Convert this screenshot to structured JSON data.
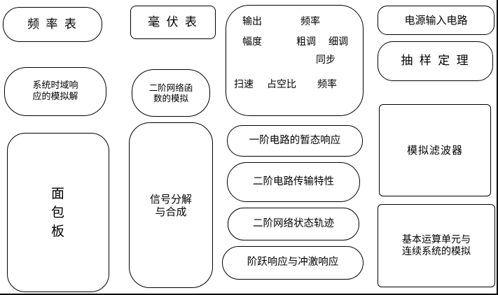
{
  "page": {
    "background": "#ffffff",
    "line_color": "#000000"
  },
  "panels": {
    "frequency_meter": {
      "label": "频 率 表"
    },
    "millivolt_meter": {
      "label": "毫 伏 表"
    },
    "system_time_response": {
      "line1": "系统时域响",
      "line2": "应的模拟解"
    },
    "second_order_network_fn": {
      "line1": "二阶网络函",
      "line2": "数的模拟"
    },
    "breadboard": {
      "chars": [
        "面",
        "包",
        "板"
      ]
    },
    "signal_decomposition": {
      "line1": "信号分解",
      "line2": "与合成"
    },
    "signal_source": {
      "output": "输出",
      "frequency_top": "频率",
      "amplitude": "幅度",
      "coarse": "粗调",
      "fine": "细调",
      "sync": "同步",
      "sweep": "扫速",
      "duty_cycle": "占空比",
      "frequency_bottom": "频率"
    },
    "first_order_transient": {
      "label": "一阶电路的暂态响应"
    },
    "second_order_transfer": {
      "label": "二阶电路传输特性"
    },
    "second_order_state": {
      "label": "二阶网络状态轨迹"
    },
    "step_impulse": {
      "label": "阶跃响应与冲激响应"
    },
    "power_input": {
      "label": "电源输入电路"
    },
    "sampling_theorem": {
      "label": "抽 样 定 理"
    },
    "analog_filter": {
      "label": "模拟滤波器"
    },
    "basic_operation_unit": {
      "line1": "基本运算单元与",
      "line2": "连续系统的模拟"
    }
  }
}
